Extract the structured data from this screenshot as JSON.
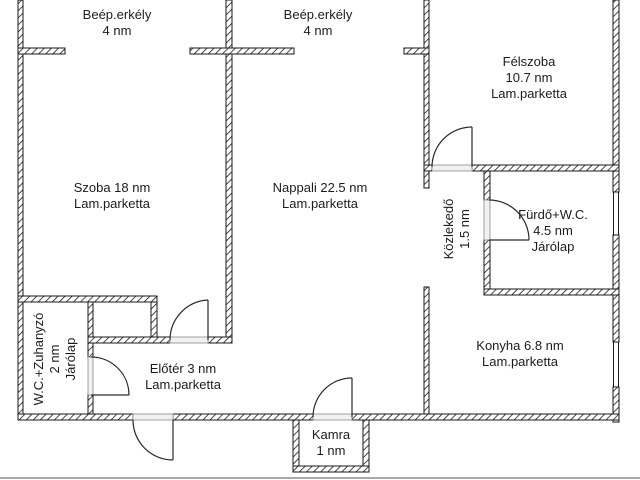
{
  "page": {
    "background": "#ffffff",
    "wall_color": "#1a1a1a",
    "text_color": "#1c1c1c",
    "footer_line_color": "#a9a9a9"
  },
  "floorplan": {
    "rooms": [
      {
        "id": "balcony-left",
        "lines": [
          "Beép.erkély",
          "4 nm"
        ]
      },
      {
        "id": "balcony-right",
        "lines": [
          "Beép.erkély",
          "4 nm"
        ]
      },
      {
        "id": "felszoba",
        "lines": [
          "Félszoba",
          "10.7 nm",
          "Lam.parketta"
        ]
      },
      {
        "id": "szoba",
        "lines": [
          "Szoba 18 nm",
          "Lam.parketta"
        ]
      },
      {
        "id": "nappali",
        "lines": [
          "Nappali 22.5 nm",
          "Lam.parketta"
        ]
      },
      {
        "id": "kozlekedo",
        "lines": [
          "Közlekedő",
          "1.5 nm"
        ],
        "orientation": "vertical"
      },
      {
        "id": "furdo-wc",
        "lines": [
          "Fürdő+W.C.",
          "4.5 nm",
          "Járólap"
        ]
      },
      {
        "id": "wc-zuhanyzo",
        "lines": [
          "W.C.+Zuhanyzó",
          "2 nm",
          "Járólap"
        ],
        "orientation": "vertical"
      },
      {
        "id": "eloter",
        "lines": [
          "Előtér 3 nm",
          "Lam.parketta"
        ]
      },
      {
        "id": "konyha",
        "lines": [
          "Konyha 6.8 nm",
          "Lam.parketta"
        ]
      },
      {
        "id": "kamra",
        "lines": [
          "Kamra",
          "1 nm"
        ]
      }
    ]
  }
}
